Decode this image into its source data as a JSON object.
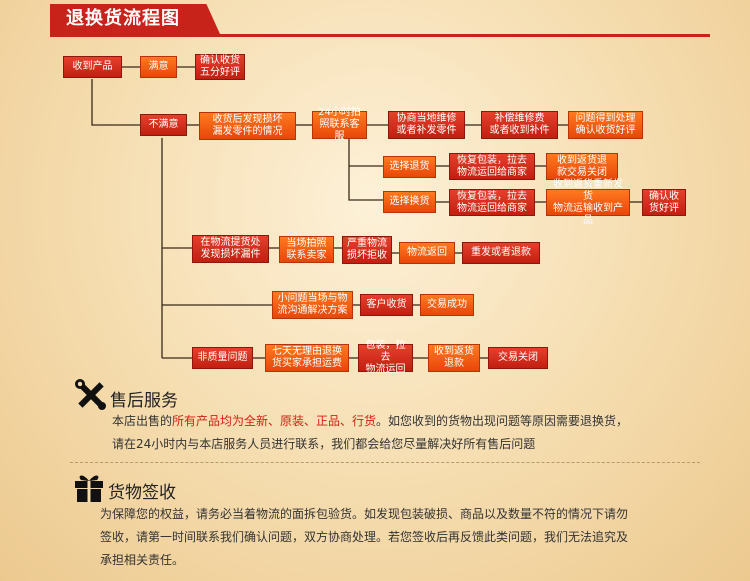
{
  "title": "退换货流程图",
  "nodes": {
    "receive": "收到产品",
    "satisfied": "满意",
    "confirm_review": "确认收货\n五分好评",
    "unsatisfied": "不满意",
    "damage_found": "收货后发现损坏\n漏发零件的情况",
    "contact_24h": "24小时拍\n照联系客服",
    "negotiate_repair": "协商当地维修\n或者补发零件",
    "compensate": "补偿维修费\n或者收到补件",
    "resolved_review": "问题得到处理\n确认收货好评",
    "choose_return": "选择退货",
    "restore_ship_return": "恢复包装，拉去\n物流运回给商家",
    "refund_close": "收到返货退\n款交易关闭",
    "choose_exchange": "选择换货",
    "restore_ship_exchange": "恢复包装，拉去\n物流运回给商家",
    "reship": "收到返货重新发货\n物流运输收到产品",
    "confirm_review2": "确认收\n货好评",
    "logistics_damage": "在物流提货处\n发现损坏漏件",
    "onsite_photo": "当场拍照\n联系卖家",
    "severe_reject": "严重物流\n损坏拒收",
    "logistics_return": "物流返回",
    "reship_refund": "重发或者退款",
    "minor_issue": "小问题当场与物\n流沟通解决方案",
    "customer_receive": "客户收货",
    "deal_success": "交易成功",
    "non_quality": "非质量问题",
    "seven_days": "七天无理由退换\n货买家承担运费",
    "pack_return": "包装，拉去\n物流运回",
    "refund_after": "收到返货\n退款",
    "deal_close": "交易关闭"
  },
  "after_sales": {
    "heading": "售后服务",
    "line1_pre": "本店出售的",
    "line1_hl": "所有产品均为全新、原装、正品、行货",
    "line1_post": "。如您收到的货物出现问题等原因需要退换货，",
    "line2": "请在24小时内与本店服务人员进行联系，我们都会给您尽量解决好所有售后问题"
  },
  "receipt": {
    "heading": "货物签收",
    "line1": "为保障您的权益，请务必当着物流的面拆包验货。如发现包装破损、商品以及数量不符的情况下请勿",
    "line2": "签收，请第一时间联系我们确认问题，双方协商处理。若您签收后再反馈此类问题，我们无法追究及",
    "line3": "承担相关责任。"
  },
  "colors": {
    "accent": "#c8231b",
    "box": "#ef5a10",
    "connector": "#3a2a1a"
  },
  "icons": [
    "tools-icon",
    "gift-icon"
  ]
}
